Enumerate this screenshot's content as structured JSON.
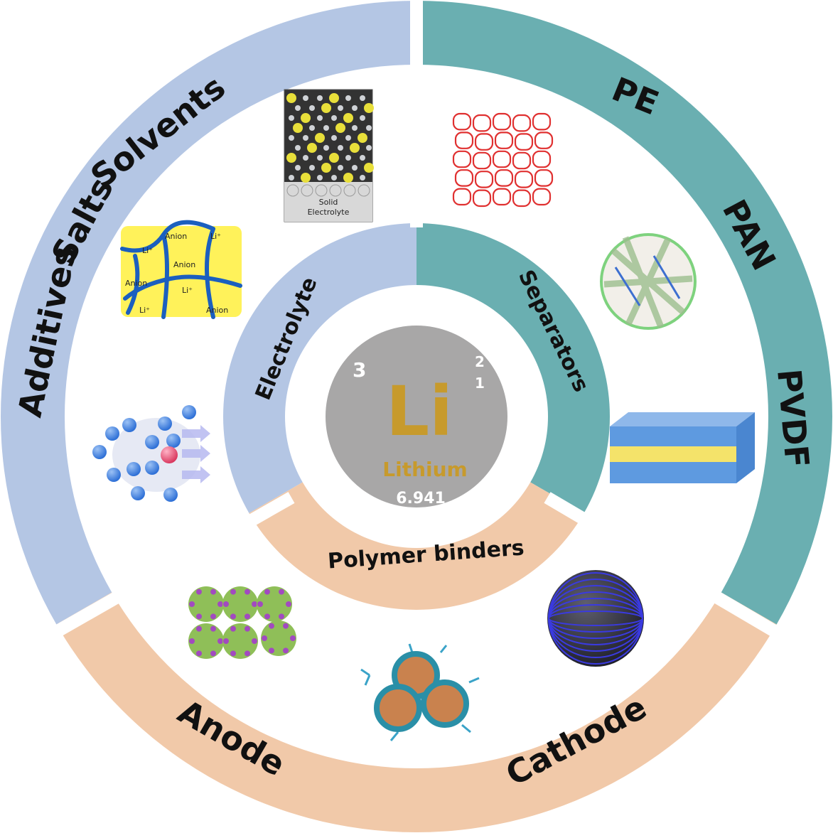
{
  "colors": {
    "electrolyte": "#b4c6e4",
    "separators": "#6aafb1",
    "binders": "#f1c9a9",
    "center": "#a8a7a7",
    "gold": "#c79a2c"
  },
  "outer": {
    "electrolyte_words": [
      "Additives",
      "Salts",
      "Solvents"
    ],
    "separator_words": [
      "PE",
      "PAN",
      "PVDF"
    ],
    "binder_words": [
      "Anode",
      "Cathode"
    ]
  },
  "inner": {
    "electrolyte": "Electrolyte",
    "separators": "Separators",
    "binders": "Polymer binders"
  },
  "element": {
    "atomic_number": "3",
    "symbol": "Li",
    "name": "Lithium",
    "mass": "6.941",
    "shell_1": "2",
    "shell_2": "1"
  },
  "illustrations": {
    "solid_electrolyte_caption_1": "Solid",
    "solid_electrolyte_caption_2": "Electrolyte",
    "anion_label": "Anion",
    "li_label": "Li⁺"
  }
}
